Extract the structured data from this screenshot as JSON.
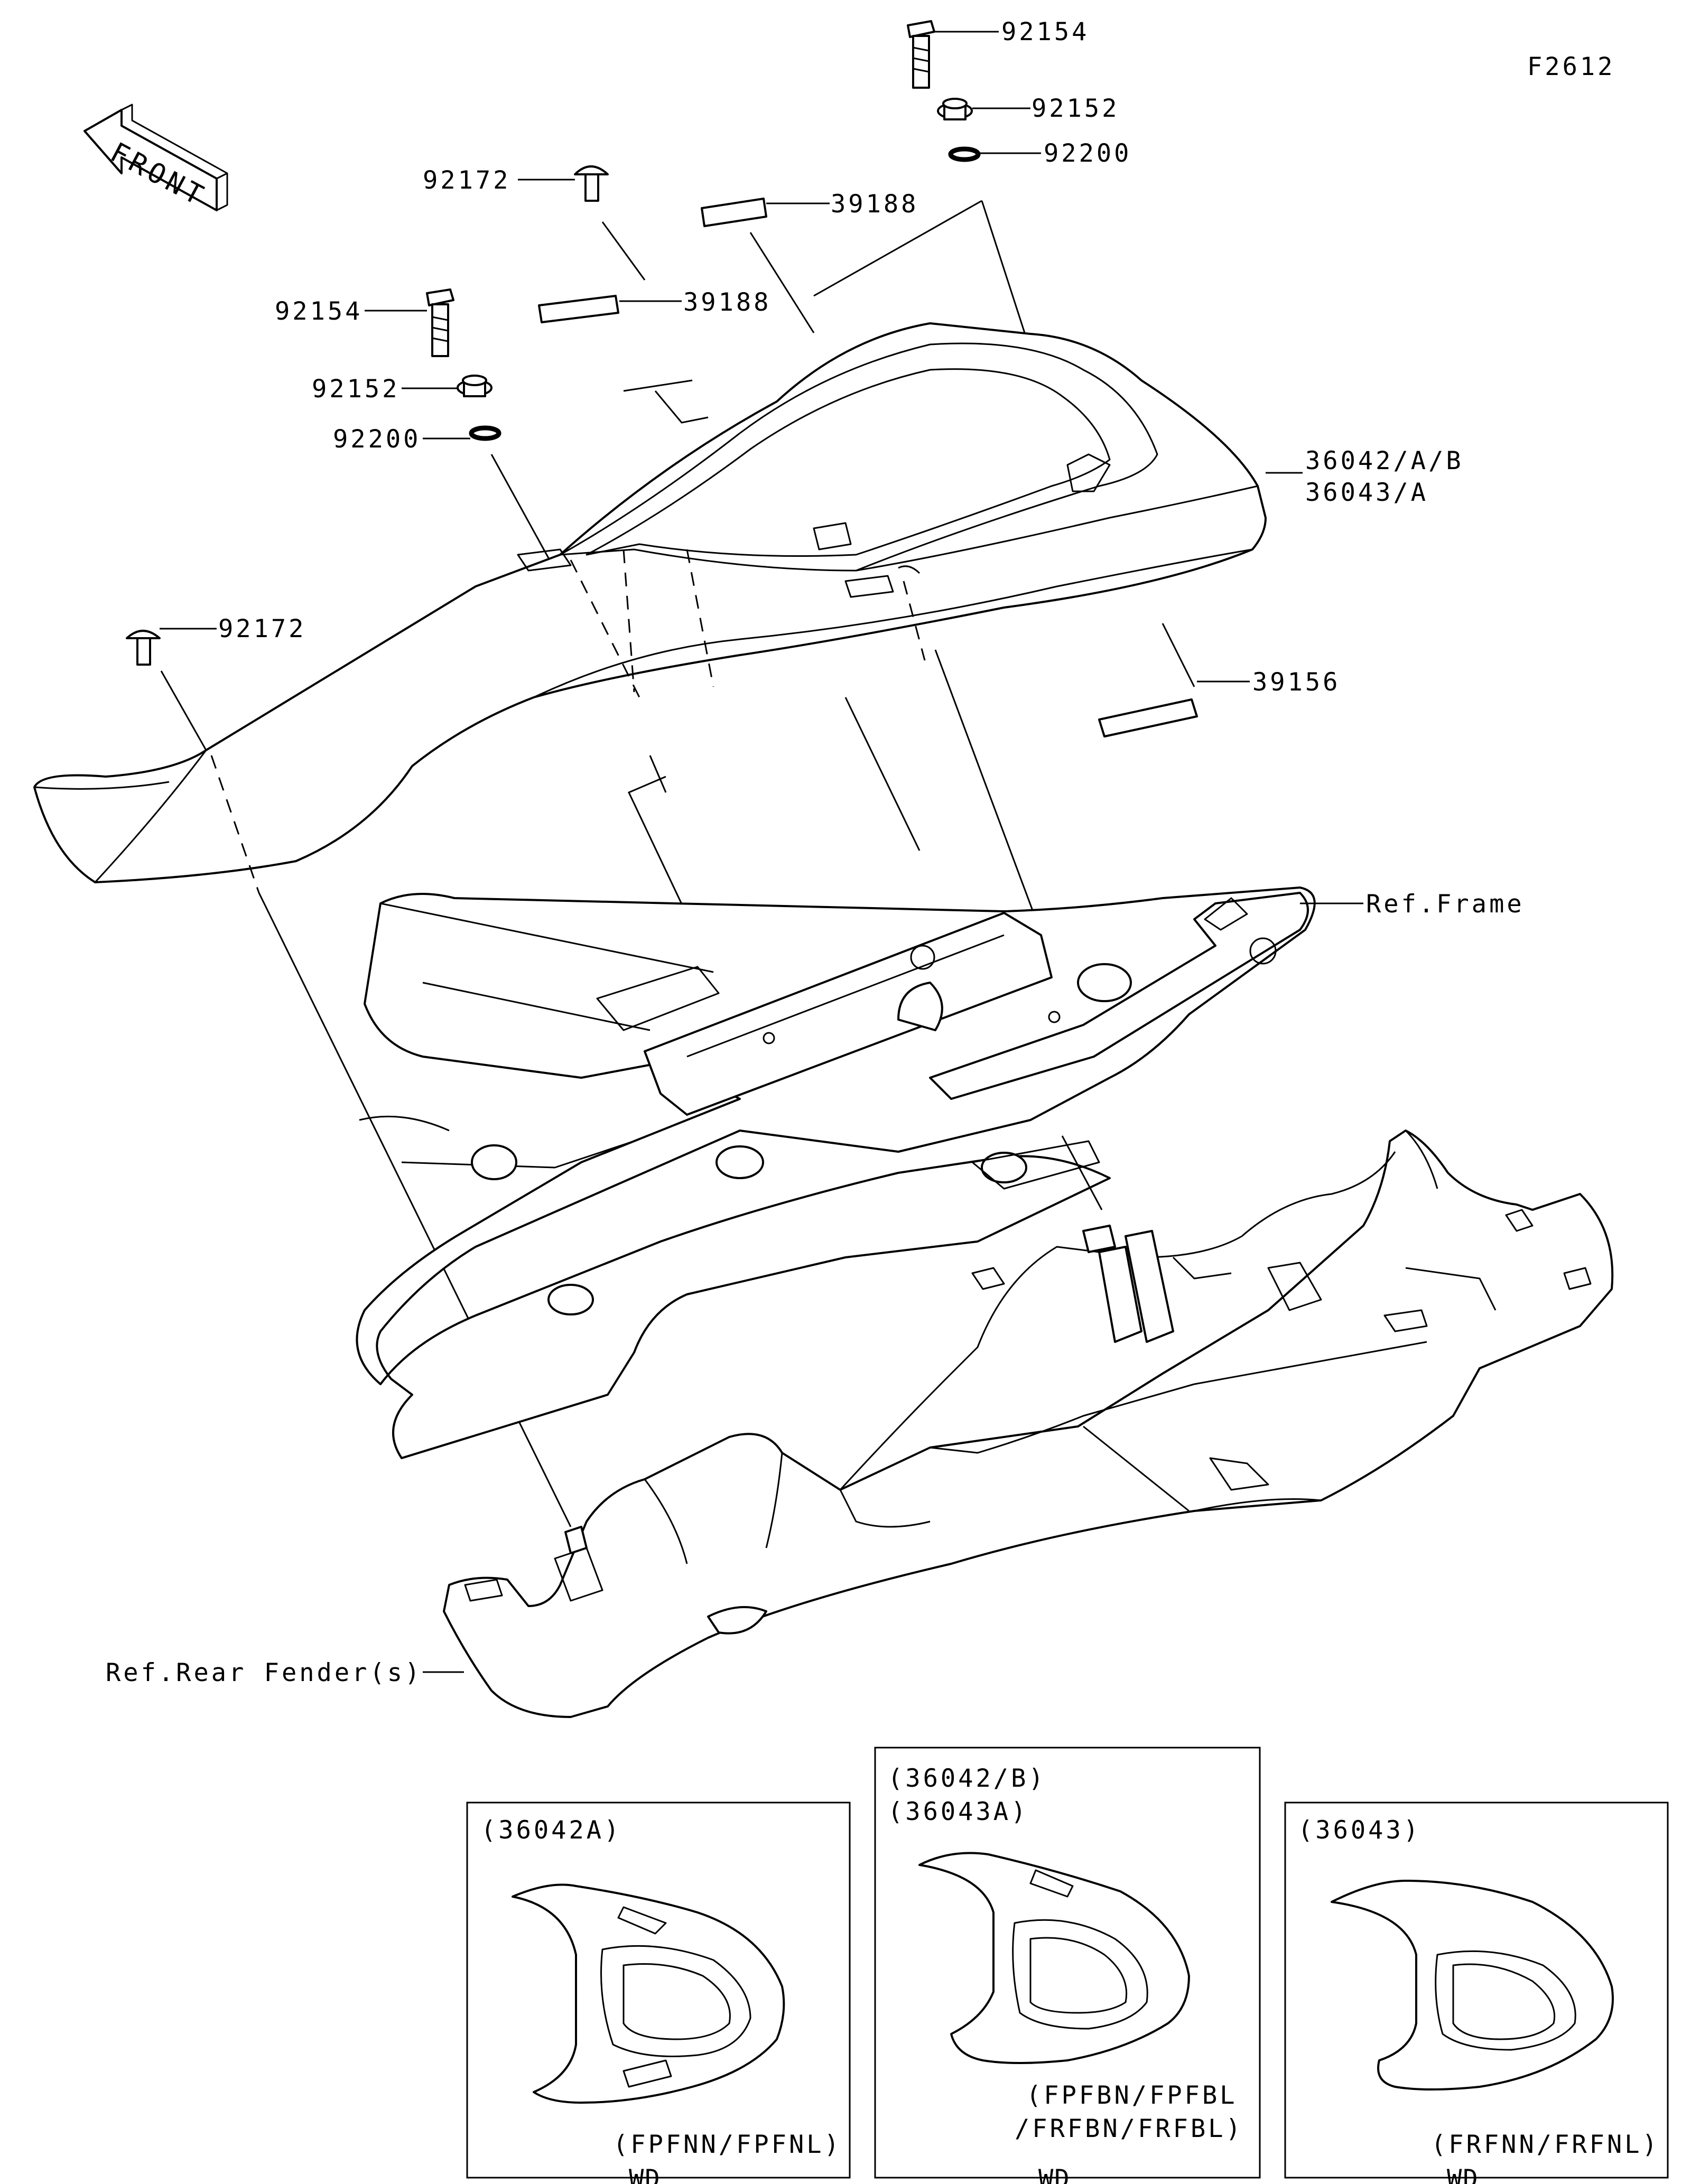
{
  "figure_id": "F2612",
  "front_label": "FRONT",
  "callouts": {
    "bolt_top": "92154",
    "washer_top": "92152",
    "oring_top": "92200",
    "screw_upper": "92172",
    "label_upper": "39188",
    "label_left": "39188",
    "bolt_left": "92154",
    "washer_left": "92152",
    "oring_left": "92200",
    "cover_a": "36042/A/B",
    "cover_b": "36043/A",
    "screw_lower": "92172",
    "label_rear": "39156",
    "ref_frame": "Ref.Frame",
    "ref_fender": "Ref.Rear Fender(s)"
  },
  "insets": [
    {
      "title": "(36042A)",
      "variants": "(FPFNN/FPFNL)",
      "footer": "WD"
    },
    {
      "title": "(36042/B)",
      "title2": "(36043A)",
      "variants": "(FPFBN/FPFBL",
      "variants2": "/FRFBN/FRFBL)",
      "footer": "WD"
    },
    {
      "title": "(36043)",
      "variants": "(FRFNN/FRFNL)",
      "footer": "WD"
    }
  ]
}
